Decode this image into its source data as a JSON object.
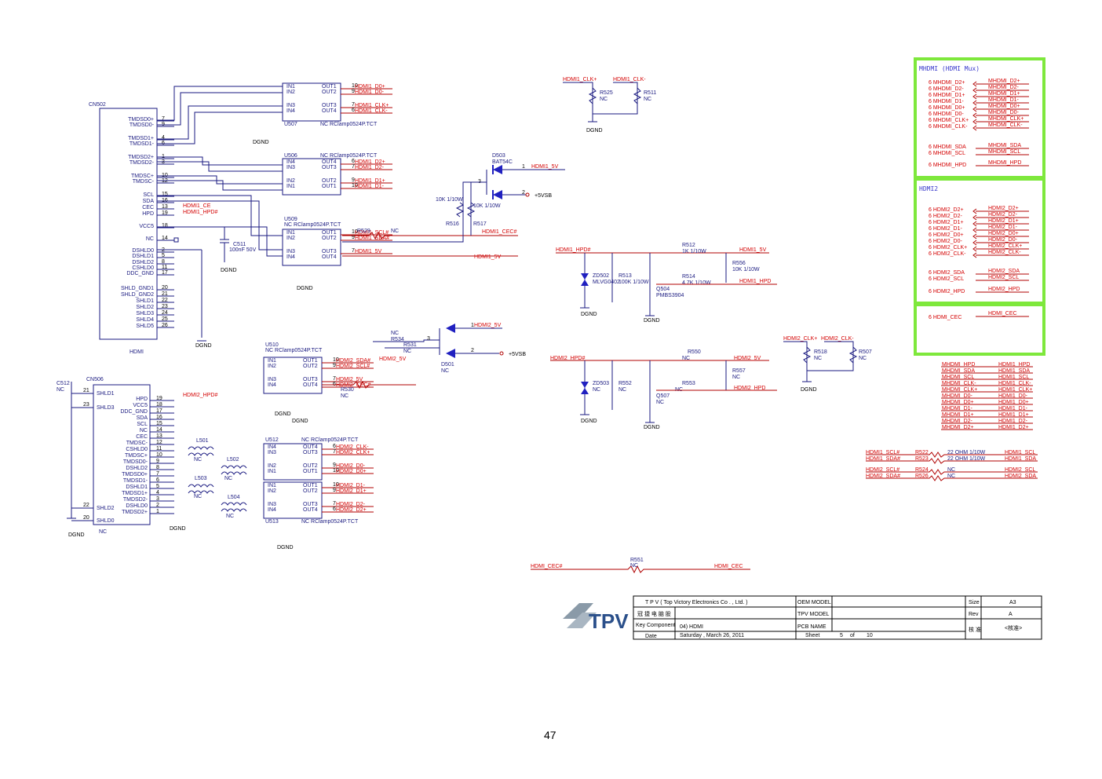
{
  "page_number": "47",
  "connectors": {
    "cn502": {
      "ref": "CN502",
      "name": "HDMI",
      "pins": [
        "TMDSD0+",
        "TMDSD0-",
        "TMDSD1+",
        "TMDSD1-",
        "TMDSD2+",
        "TMDSD2-",
        "TMDSC+",
        "TMDSC-",
        "SCL",
        "SDA",
        "CEC",
        "HPD",
        "VCC5",
        "NC",
        "DSHLD0",
        "DSHLD1",
        "DSHLD2",
        "CSHLD0",
        "DDC_GND",
        "SHLD_GND1",
        "SHLD_GND2",
        "SHLD1",
        "SHLD2",
        "SHLD3",
        "SHLD4",
        "SHLD5"
      ],
      "pin_numbers": [
        "7",
        "9",
        "4",
        "6",
        "1",
        "3",
        "10",
        "12",
        "15",
        "16",
        "13",
        "19",
        "18",
        "14",
        "2",
        "5",
        "8",
        "11",
        "17",
        "20",
        "21",
        "22",
        "23",
        "24",
        "25",
        "26"
      ]
    },
    "cn506": {
      "ref": "CN506",
      "name": "NC",
      "left_pins": [
        "SHLD1",
        "SHLD3",
        "SHLD2",
        "SHLD0"
      ],
      "left_numbers": [
        "21",
        "23",
        "22",
        "20"
      ],
      "right_pins": [
        "HPD",
        "VCC5",
        "DDC_GND",
        "SDA",
        "SCL",
        "NC",
        "CEC",
        "TMDSC-",
        "CSHLD0",
        "TMDSC+",
        "TMDSD0-",
        "DSHLD2",
        "TMDSD0+",
        "TMDSD1-",
        "DSHLD1",
        "TMDSD1+",
        "TMDSD2-",
        "DSHLD0",
        "TMDSD2+"
      ],
      "right_numbers": [
        "19",
        "18",
        "17",
        "16",
        "15",
        "14",
        "13",
        "12",
        "11",
        "10",
        "9",
        "8",
        "7",
        "6",
        "5",
        "4",
        "3",
        "2",
        "1"
      ]
    }
  },
  "chips": [
    {
      "ref": "U507",
      "part": "NC RClamp0524P.TCT",
      "pins": [
        "IN1",
        "IN2",
        "IN3",
        "IN4",
        "OUT1",
        "OUT2",
        "OUT3",
        "OUT4",
        "GND",
        "GND"
      ],
      "nets": [
        "HDMI1_D0+",
        "HDMI1_D0-",
        "HDMI1_CLK+",
        "HDMI1_CLK-"
      ],
      "out_pins": [
        "10",
        "9",
        "7",
        "6"
      ]
    },
    {
      "ref": "U506",
      "part": "NC RClamp0524P.TCT",
      "pins": [
        "IN4",
        "IN3",
        "IN2",
        "IN1",
        "OUT4",
        "OUT3",
        "OUT2",
        "OUT1"
      ],
      "nets": [
        "HDMI1_D2+",
        "HDMI1_D2-",
        "HDMI1_D1+",
        "HDMI1_D1-"
      ],
      "out_pins": [
        "6",
        "7",
        "9",
        "10"
      ]
    },
    {
      "ref": "U509",
      "part": "NC RClamp0524P.TCT",
      "pins": [
        "IN1",
        "IN2",
        "IN3",
        "IN4",
        "OUT1",
        "OUT2",
        "OUT3",
        "OUT4"
      ],
      "nets": [
        "HDMI1_SCL#",
        "HDMI1_SDA#",
        "HDMI1_5V"
      ],
      "out_pins": [
        "10",
        "9",
        "7",
        "6"
      ]
    },
    {
      "ref": "U510",
      "part": "NC RClamp0524P.TCT",
      "pins": [
        "IN1",
        "IN2",
        "IN3",
        "IN4",
        "OUT1",
        "OUT2",
        "OUT3",
        "OUT4"
      ],
      "nets": [
        "HDMI2_SDA#",
        "HDMI2_SCL#",
        "HDMI2_5V",
        "HDMI2_CEC#"
      ],
      "out_pins": [
        "10",
        "9",
        "7",
        "6"
      ]
    },
    {
      "ref": "U512",
      "part": "NC RClamp0524P.TCT",
      "pins": [
        "IN4",
        "IN3",
        "IN2",
        "IN1",
        "OUT4",
        "OUT3",
        "OUT2",
        "OUT1"
      ],
      "nets": [
        "HDMI2_CLK-",
        "HDMI2_CLK+",
        "HDMI2_D0-",
        "HDMI2_D0+"
      ],
      "out_pins": [
        "6",
        "7",
        "9",
        "10"
      ]
    },
    {
      "ref": "U513",
      "part": "NC RClamp0524P.TCT",
      "pins": [
        "IN1",
        "IN2",
        "IN3",
        "IN4",
        "OUT1",
        "OUT2",
        "OUT3",
        "OUT4"
      ],
      "nets": [
        "HDMI2_D1-",
        "HDMI2_D1+",
        "HDMI2_D2-",
        "HDMI2_D2+"
      ],
      "out_pins": [
        "10",
        "9",
        "7",
        "6"
      ]
    }
  ],
  "labels": {
    "dgnd": "DGND",
    "plus5vsb": "+5VSB",
    "c511": "C511",
    "c511_val": "100nF 50V",
    "c512": "C512",
    "c512_val": "NC",
    "hdmi1_ce": "HDMI1_CE",
    "hdmi1_hpd_hash": "HDMI1_HPD#",
    "hdmi2_hpd_hash": "HDMI2_HPD#",
    "r529": "R529",
    "r529_val": "NC",
    "hdmi1_cec_hash": "HDMI1_CEC#",
    "d503": "D503",
    "d503_part": "BAT54C",
    "hdmi1_5v": "HDMI1_5V",
    "r516": "R516",
    "r516_val": "10K 1/10W",
    "r517": "R517",
    "r517_val": "10K 1/10W",
    "hdmi1_clk_p": "HDMI1_CLK+",
    "hdmi1_clk_n": "HDMI1_CLK-",
    "r525": "R525",
    "r511": "R511",
    "nc": "NC",
    "r512": "R512",
    "r512_val": "1K 1/10W",
    "r556": "R556",
    "r556_val": "10K 1/10W",
    "zd502": "ZD502",
    "zd502_part": "MLVG0402",
    "r513": "R513",
    "r513_val": "100K 1/10W",
    "q504": "Q504",
    "q504_part": "PMBS3904",
    "r514": "R514",
    "r514_val": "4.7K 1/10W",
    "hdmi1_hpd": "HDMI1_HPD",
    "r534": "R534",
    "r531": "R531",
    "d501": "D501",
    "hdmi2_5v": "HDMI2_5V",
    "r530": "R530",
    "hdmi2_clk_p": "HDMI2_CLK+",
    "hdmi2_clk_n": "HDMI2_CLK-",
    "r518": "R518",
    "r507": "R507",
    "r550": "R550",
    "r557": "R557",
    "zd503": "ZD503",
    "r552": "R552",
    "q507": "Q507",
    "r553": "R553",
    "hdmi2_hpd": "HDMI2_HPD",
    "l501": "L501",
    "l502": "L502",
    "l503": "L503",
    "l504": "L504",
    "r551": "R551",
    "hdmi_cec_hash": "HDMI_CEC#",
    "hdmi_cec": "HDMI_CEC"
  },
  "dd_resistors": [
    {
      "left": "HDMI1_SCL#",
      "ref": "R522",
      "val": "22 OHM 1/10W",
      "right": "HDMI1_SCL"
    },
    {
      "left": "HDMI1_SDA#",
      "ref": "R523",
      "val": "22 OHM 1/10W",
      "right": "HDMI1_SDA"
    },
    {
      "left": "HDMI2_SCL#",
      "ref": "R524",
      "val": "NC",
      "right": "HDMI2_SCL"
    },
    {
      "left": "HDMI2_SDA#",
      "ref": "R526",
      "val": "NC",
      "right": "HDMI2_SDA"
    }
  ],
  "mux_map": [
    [
      "MHDMI_HPD",
      "HDMI1_HPD"
    ],
    [
      "MHDMI_SDA",
      "HDMI1_SDA"
    ],
    [
      "MHDMI_SCL",
      "HDMI1_SCL"
    ],
    [
      "MHDMI_CLK-",
      "HDMI1_CLK-"
    ],
    [
      "MHDMI_CLK+",
      "HDMI1_CLK+"
    ],
    [
      "MHDMI_D0-",
      "HDMI1_D0-"
    ],
    [
      "MHDMI_D0+",
      "HDMI1_D0+"
    ],
    [
      "MHDMI_D1-",
      "HDMI1_D1-"
    ],
    [
      "MHDMI_D1+",
      "HDMI1_D1+"
    ],
    [
      "MHDMI_D2-",
      "HDMI1_D2-"
    ],
    [
      "MHDMI_D2+",
      "HDMI1_D2+"
    ]
  ],
  "panels": {
    "mhdmi": {
      "title": "MHDMI (HDMI Mux)",
      "ports": [
        "6 MHDMI_D2+",
        "6 MHDMI_D2-",
        "6 MHDMI_D1+",
        "6 MHDMI_D1-",
        "6 MHDMI_D0+",
        "6 MHDMI_D0-",
        "6 MHDMI_CLK+",
        "6 MHDMI_CLK-"
      ],
      "nets": [
        "MHDMI_D2+",
        "MHDMI_D2-",
        "MHDMI_D1+",
        "MHDMI_D1-",
        "MHDMI_D0+",
        "MHDMI_D0-",
        "MHDMI_CLK+",
        "MHDMI_CLK-"
      ],
      "ddc_ports": [
        "6 MHDMI_SDA",
        "6 MHDMI_SCL"
      ],
      "ddc_nets": [
        "MHDMI_SDA",
        "MHDMI_SCL"
      ],
      "hpd_port": "6 MHDMI_HPD",
      "hpd_net": "MHDMI_HPD"
    },
    "hdmi2": {
      "title": "HDMI2",
      "ports": [
        "6 HDMI2_D2+",
        "6 HDMI2_D2-",
        "6 HDMI2_D1+",
        "6 HDMI2_D1-",
        "6 HDMI2_D0+",
        "6 HDMI2_D0-",
        "6 HDMI2_CLK+",
        "6 HDMI2_CLK-"
      ],
      "nets": [
        "HDMI2_D2+",
        "HDMI2_D2-",
        "HDMI2_D1+",
        "HDMI2_D1-",
        "HDMI2_D0+",
        "HDMI2_D0-",
        "HDMI2_CLK+",
        "HDMI2_CLK-"
      ],
      "ddc_ports": [
        "6 HDMI2_SDA",
        "6 HDMI2_SCL"
      ],
      "ddc_nets": [
        "HDMI2_SDA",
        "HDMI2_SCL"
      ],
      "hpd_port": "6 HDMI2_HPD",
      "hpd_net": "HDMI2_HPD"
    },
    "cec": {
      "port": "6 HDMI_CEC",
      "net": "HDMI_CEC"
    }
  },
  "title_block": {
    "company": "T P V  ( Top   Victory   Electronics   Co . ,  Ltd. )",
    "company_cn": "冠 捷 电 脑 股",
    "key_component_label": "Key Component",
    "key_component": "04) HDMI",
    "date_label": "Date",
    "date": "Saturday , March 26, 2011",
    "oem_model": "OEM MODEL",
    "tpv_model": "TPV MODEL",
    "pcb_name": "PCB NAME",
    "sheet_label": "Sheet",
    "sheet": "5",
    "of_label": "of",
    "total": "10",
    "size_label": "Size",
    "size": "A3",
    "rev_label": "Rev",
    "rev": "A",
    "approver_label": "核 准",
    "approver": "<核准>",
    "logo_text": "TPV"
  },
  "colors": {
    "wire_blue": "#1a1a80",
    "net_red": "#d40000",
    "panel_green": "#7ee83c"
  }
}
